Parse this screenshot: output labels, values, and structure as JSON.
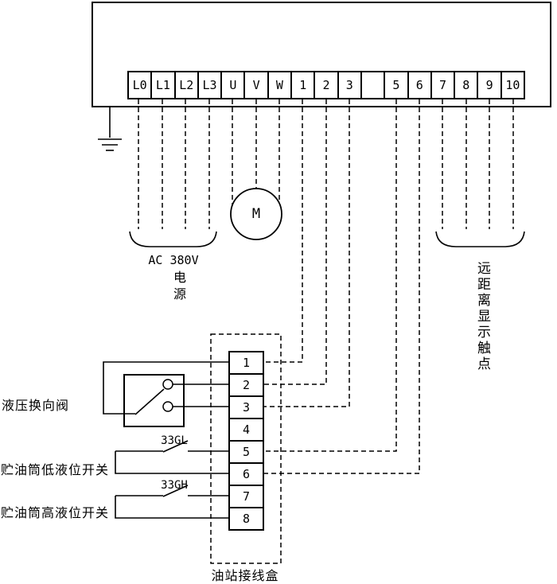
{
  "colors": {
    "line": "#000000",
    "background": "#ffffff"
  },
  "controller": {
    "terminals": [
      "L0",
      "L1",
      "L2",
      "L3",
      "U",
      "V",
      "W",
      "1",
      "2",
      "3",
      "",
      "5",
      "6",
      "7",
      "8",
      "9",
      "10"
    ]
  },
  "motor": {
    "label": "M"
  },
  "power_supply": {
    "line1": "AC 380V",
    "line2": "电源"
  },
  "remote_display": {
    "label": "远距离显示触点"
  },
  "junction_box": {
    "label": "油站接线盒",
    "terminals": [
      "1",
      "2",
      "3",
      "4",
      "5",
      "6",
      "7",
      "8"
    ]
  },
  "hydraulic_valve": {
    "label": "液压换向阀"
  },
  "low_level_switch": {
    "tag": "33GL",
    "label": "贮油筒低液位开关"
  },
  "high_level_switch": {
    "tag": "33GH",
    "label": "贮油筒高液位开关"
  }
}
